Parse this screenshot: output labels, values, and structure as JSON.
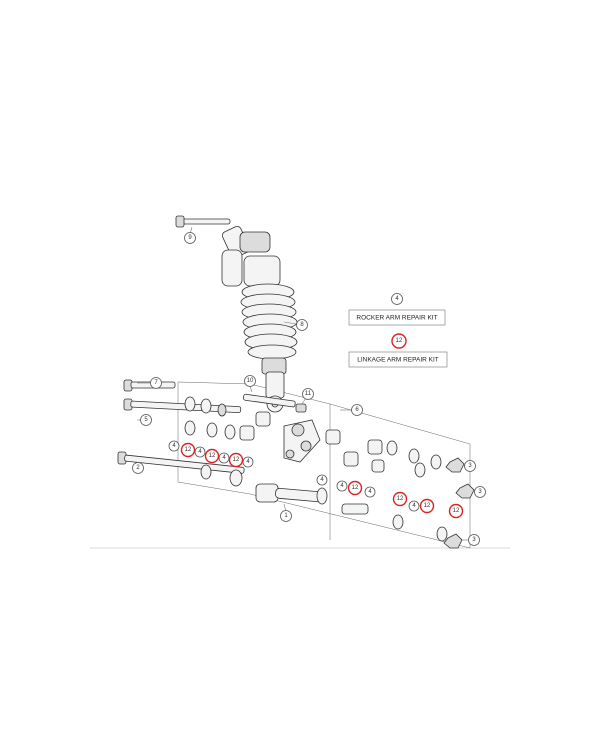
{
  "legend": {
    "rocker_number": "4",
    "rocker_label": "ROCKER ARM REPAIR KIT",
    "linkage_number": "12",
    "linkage_label": "LINKAGE ARM REPAIR KIT"
  },
  "callouts": {
    "c1": "1",
    "c2": "2",
    "c3a": "3",
    "c3b": "3",
    "c3c": "3",
    "c4a": "4",
    "c4b": "4",
    "c4c": "4",
    "c4d": "4",
    "c4e": "4",
    "c4f": "4",
    "c4g": "4",
    "c4h": "4",
    "c5": "5",
    "c6": "6",
    "c7": "7",
    "c8": "8",
    "c9": "9",
    "c10": "10",
    "c11": "11"
  },
  "kits": {
    "k1": "12",
    "k2": "12",
    "k3": "12",
    "k4": "12",
    "k5": "12",
    "k6": "12",
    "k7": "12"
  },
  "colors": {
    "kit_ring": "#d22222",
    "line": "#333333"
  }
}
